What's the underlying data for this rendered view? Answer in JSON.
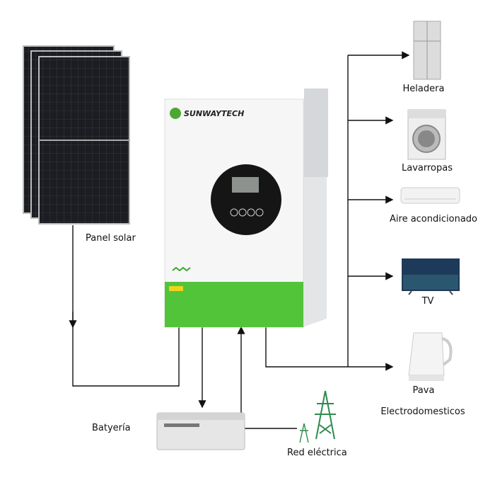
{
  "brand": "SUNWAYTECH",
  "labels": {
    "panel": "Panel solar",
    "battery": "Batyería",
    "grid": "Red eléctrica",
    "fridge": "Heladera",
    "washer": "Lavarropas",
    "ac": "Aire acondicionado",
    "tv": "TV",
    "kettle": "Pava",
    "appliances": "Electrodomesticos"
  },
  "colors": {
    "inverter_green": "#52c43a",
    "panel": "#1c1d22",
    "line": "#111111"
  }
}
